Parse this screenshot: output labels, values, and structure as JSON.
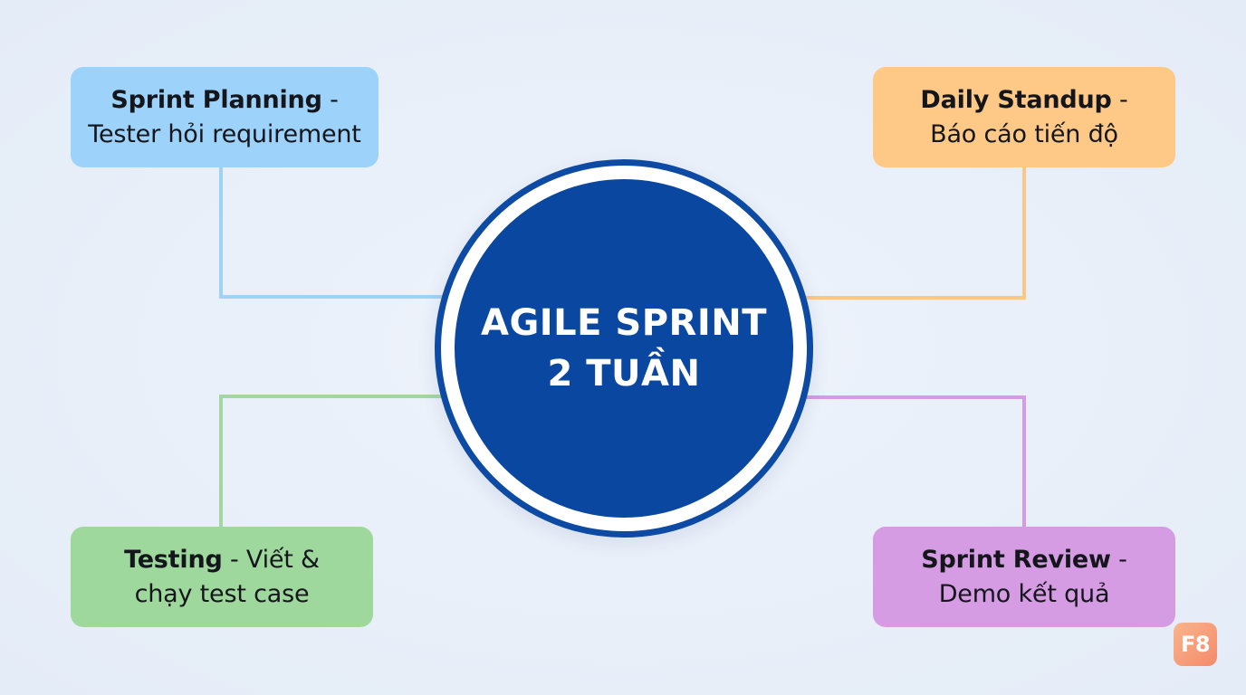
{
  "center": {
    "line1": "AGILE SPRINT",
    "line2": "2 TUẦN"
  },
  "nodes": [
    {
      "id": "planning",
      "title": "Sprint Planning",
      "separator": " -",
      "desc": "Tester hỏi requirement",
      "color": "#9dd3fa",
      "connector_color": "#9fd2f7"
    },
    {
      "id": "standup",
      "title": "Daily Standup",
      "separator": " -",
      "desc": "Báo cáo tiến độ",
      "color": "#fec986",
      "connector_color": "#f9c887"
    },
    {
      "id": "testing",
      "title": "Testing",
      "separator": " - Viết &",
      "desc": "chạy test case",
      "color": "#9fd89d",
      "connector_color": "#a3d7a1"
    },
    {
      "id": "review",
      "title": "Sprint Review",
      "separator": " -",
      "desc": "Demo kết quả",
      "color": "#d59be3",
      "connector_color": "#d59be3"
    }
  ],
  "logo": {
    "text": "F8"
  },
  "colors": {
    "hub": "#0a47a1",
    "hub_ring": "#0c4aa4",
    "background": "#eaf0f9"
  }
}
